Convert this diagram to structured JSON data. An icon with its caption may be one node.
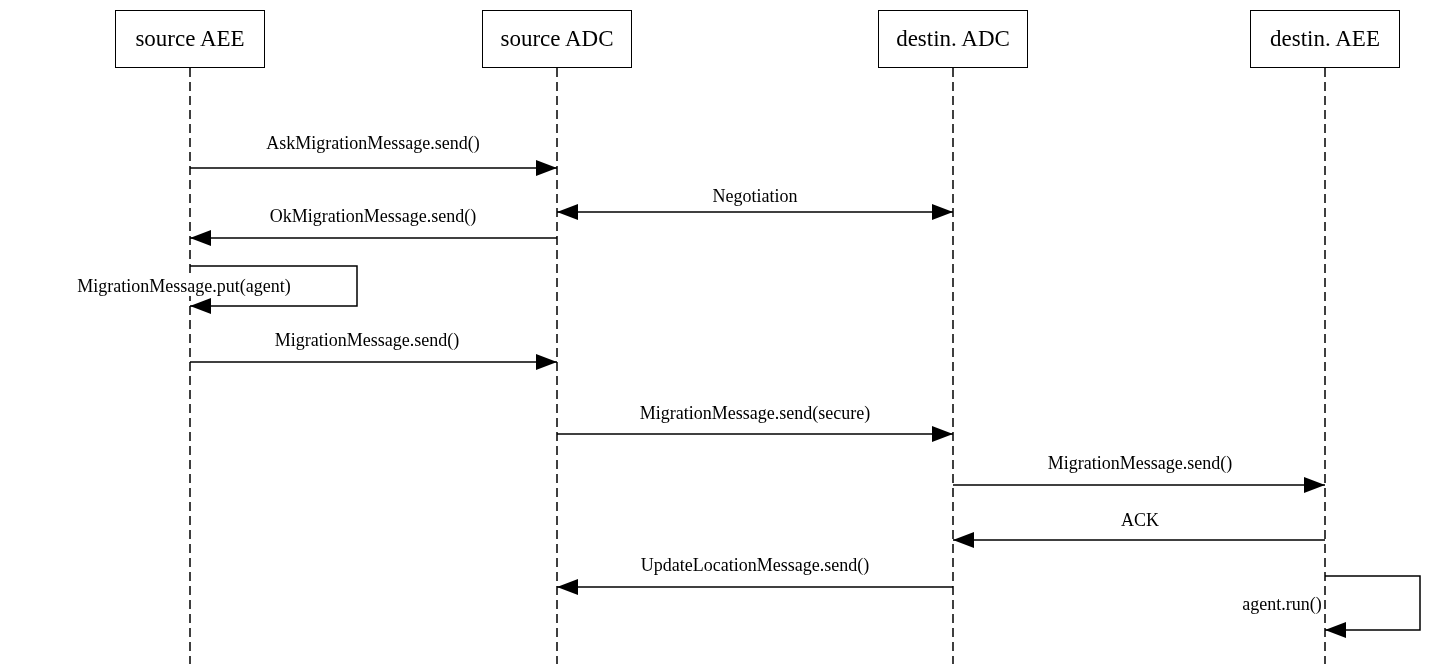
{
  "diagram": {
    "nodes": [
      {
        "text": [
          "source AEE"
        ]
      },
      {
        "text": [
          "source ADC"
        ]
      },
      {
        "text": [
          "destin. ADC"
        ]
      },
      {
        "text": [
          "destin. AEE"
        ]
      }
    ],
    "edges": [
      {
        "from": 0,
        "to": 1,
        "arrow": "to",
        "label": "AskMigrationMessage.send()"
      },
      {
        "from": 1,
        "to": 2,
        "arrow": "both",
        "label": "Negotiation"
      },
      {
        "from": 1,
        "to": 0,
        "arrow": "to",
        "label": "OkMigrationMessage.send()"
      },
      {
        "from": 0,
        "to": 0,
        "arrow": "to",
        "label": "MigrationMessage.put(agent)"
      },
      {
        "from": 0,
        "to": 1,
        "arrow": "to",
        "label": "MigrationMessage.send()"
      },
      {
        "from": 1,
        "to": 2,
        "arrow": "to",
        "label": "MigrationMessage.send(secure)"
      },
      {
        "from": 2,
        "to": 3,
        "arrow": "to",
        "label": "MigrationMessage.send()"
      },
      {
        "from": 3,
        "to": 2,
        "arrow": "to",
        "label": "ACK"
      },
      {
        "from": 2,
        "to": 1,
        "arrow": "to",
        "label": "UpdateLocationMessage.send()"
      },
      {
        "from": 3,
        "to": 3,
        "arrow": "to",
        "label": "agent.run()"
      }
    ]
  }
}
